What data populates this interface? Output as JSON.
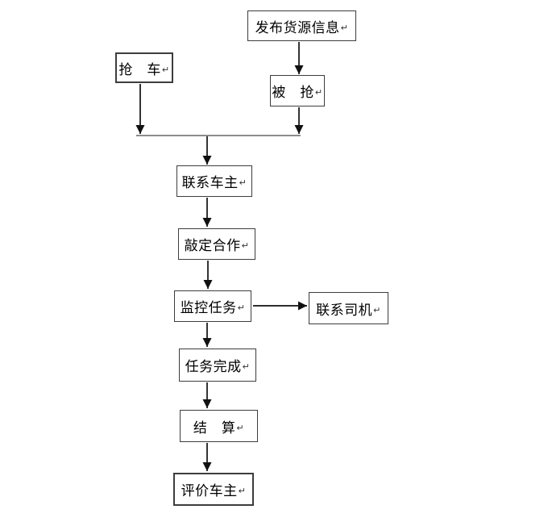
{
  "diagram": {
    "paragraph_mark": "↵",
    "nodes": {
      "publish": {
        "label": "发布货源信息"
      },
      "grab": {
        "label": "抢　车"
      },
      "grabbed": {
        "label": "被　抢"
      },
      "contact_owner": {
        "label": "联系车主"
      },
      "finalize": {
        "label": "敲定合作"
      },
      "monitor": {
        "label": "监控任务"
      },
      "contact_driver": {
        "label": "联系司机"
      },
      "complete": {
        "label": "任务完成"
      },
      "settle": {
        "label": "结　算"
      },
      "evaluate": {
        "label": "评价车主"
      }
    },
    "colors": {
      "background": "#ffffff",
      "box_border": "#3d3d3d",
      "text": "#000000",
      "arrow": "#111111",
      "merge_line": "#666666"
    }
  }
}
